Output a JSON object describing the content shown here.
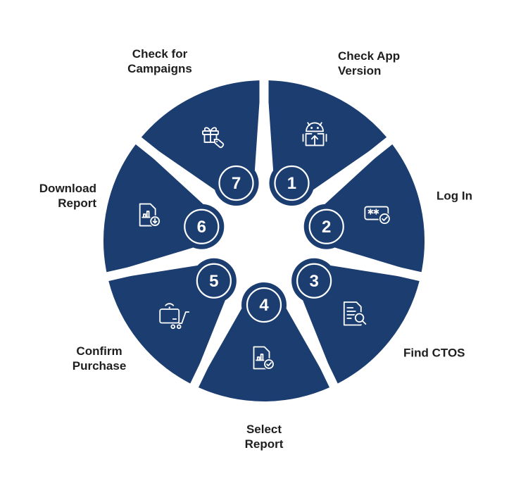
{
  "diagram": {
    "background": "#ffffff",
    "wedge_color": "#1b3d70",
    "gap_color": "#ffffff",
    "number_color": "#ffffff",
    "icon_color": "#ffffff",
    "label_color": "#1e1e1e",
    "segments": [
      {
        "number": "1",
        "label": "Check App\nVersion",
        "icon": "android-update-icon"
      },
      {
        "number": "2",
        "label": "Log In",
        "icon": "password-check-icon"
      },
      {
        "number": "3",
        "label": "Find CTOS",
        "icon": "document-search-icon"
      },
      {
        "number": "4",
        "label": "Select\nReport",
        "icon": "report-check-icon"
      },
      {
        "number": "5",
        "label": "Confirm\nPurchase",
        "icon": "cart-payment-icon"
      },
      {
        "number": "6",
        "label": "Download\nReport",
        "icon": "report-download-icon"
      },
      {
        "number": "7",
        "label": "Check for\nCampaigns",
        "icon": "gift-tag-icon"
      }
    ]
  }
}
